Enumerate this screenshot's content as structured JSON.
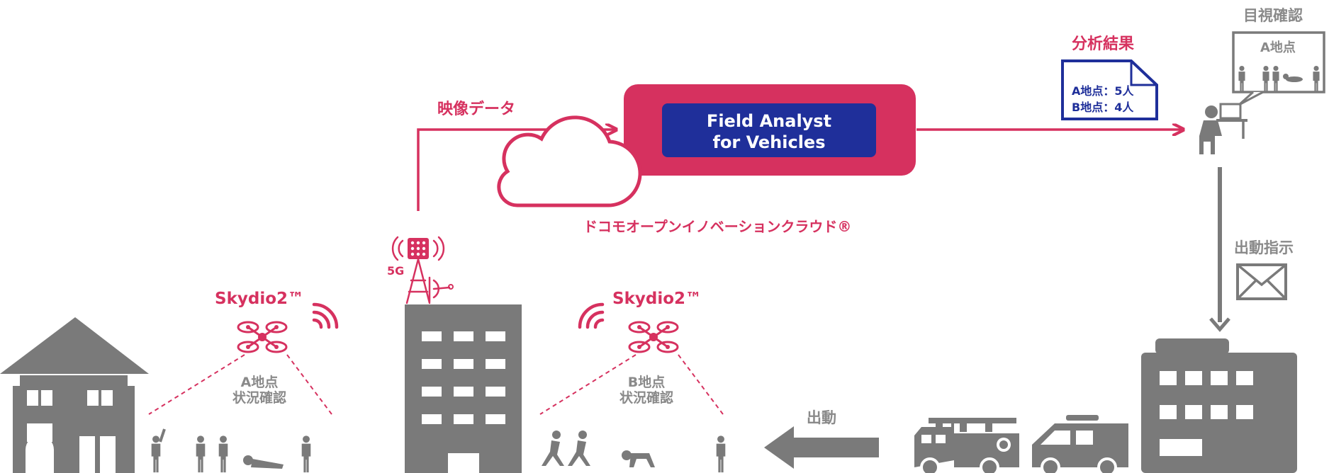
{
  "diagram": {
    "video_data_label": "映像データ",
    "cloud_service_name_line1": "Field Analyst",
    "cloud_service_name_line2": "for Vehicles",
    "cloud_platform_label": "ドコモオープンイノベーションクラウド®",
    "analysis_result_title": "分析結果",
    "analysis_result_line1": "A地点：5人",
    "analysis_result_line2": "B地点：4人",
    "visual_confirmation_label": "目視確認",
    "monitor_point_label": "A地点",
    "dispatch_instruction_label": "出動指示",
    "dispatch_label": "出動",
    "base_station_label": "5G",
    "drone_left_name": "Skydio2™",
    "drone_right_name": "Skydio2™",
    "site_a_line1": "A地点",
    "site_a_line2": "状況確認",
    "site_b_line1": "B地点",
    "site_b_line2": "状況確認"
  },
  "colors": {
    "accent": "#d6315f",
    "navy": "#1f2f9a",
    "gray": "#8a8a8a",
    "icon_gray": "#7a7a7a"
  }
}
